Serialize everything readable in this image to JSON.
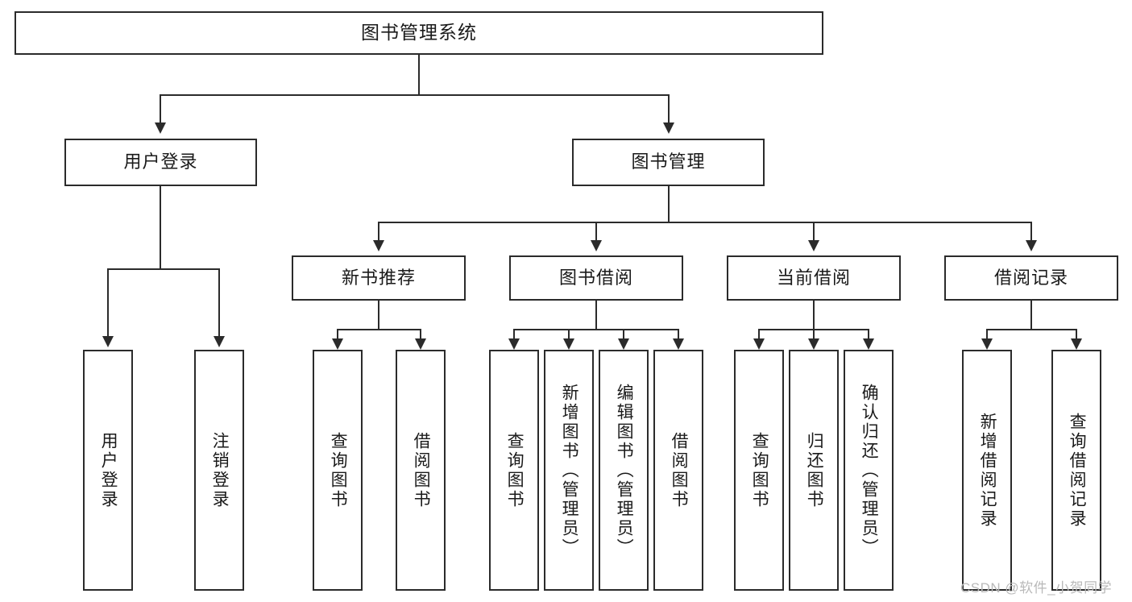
{
  "diagram": {
    "type": "hierarchy-tree",
    "title": "图书管理系统",
    "root": {
      "label": "图书管理系统"
    },
    "level2": [
      {
        "label": "用户登录"
      },
      {
        "label": "图书管理"
      }
    ],
    "level3": [
      {
        "label": "新书推荐"
      },
      {
        "label": "图书借阅"
      },
      {
        "label": "当前借阅"
      },
      {
        "label": "借阅记录"
      }
    ],
    "leaves": {
      "user_login": [
        {
          "label": "用户登录"
        },
        {
          "label": "注销登录"
        }
      ],
      "new_book_recommend": [
        {
          "label": "查询图书"
        },
        {
          "label": "借阅图书"
        }
      ],
      "book_borrow": [
        {
          "label": "查询图书"
        },
        {
          "label": "新增图书（管理员）"
        },
        {
          "label": "编辑图书（管理员）"
        },
        {
          "label": "借阅图书"
        }
      ],
      "current_borrow": [
        {
          "label": "查询图书"
        },
        {
          "label": "归还图书"
        },
        {
          "label": "确认归还（管理员）"
        }
      ],
      "borrow_record": [
        {
          "label": "新增借阅记录"
        },
        {
          "label": "查询借阅记录"
        }
      ]
    }
  },
  "watermark": {
    "text": "CSDN @软件_小贺同学"
  },
  "colors": {
    "stroke": "#2b2b2b",
    "text": "#1a1a1a",
    "background": "#ffffff",
    "watermark": "#b9b9b9"
  }
}
